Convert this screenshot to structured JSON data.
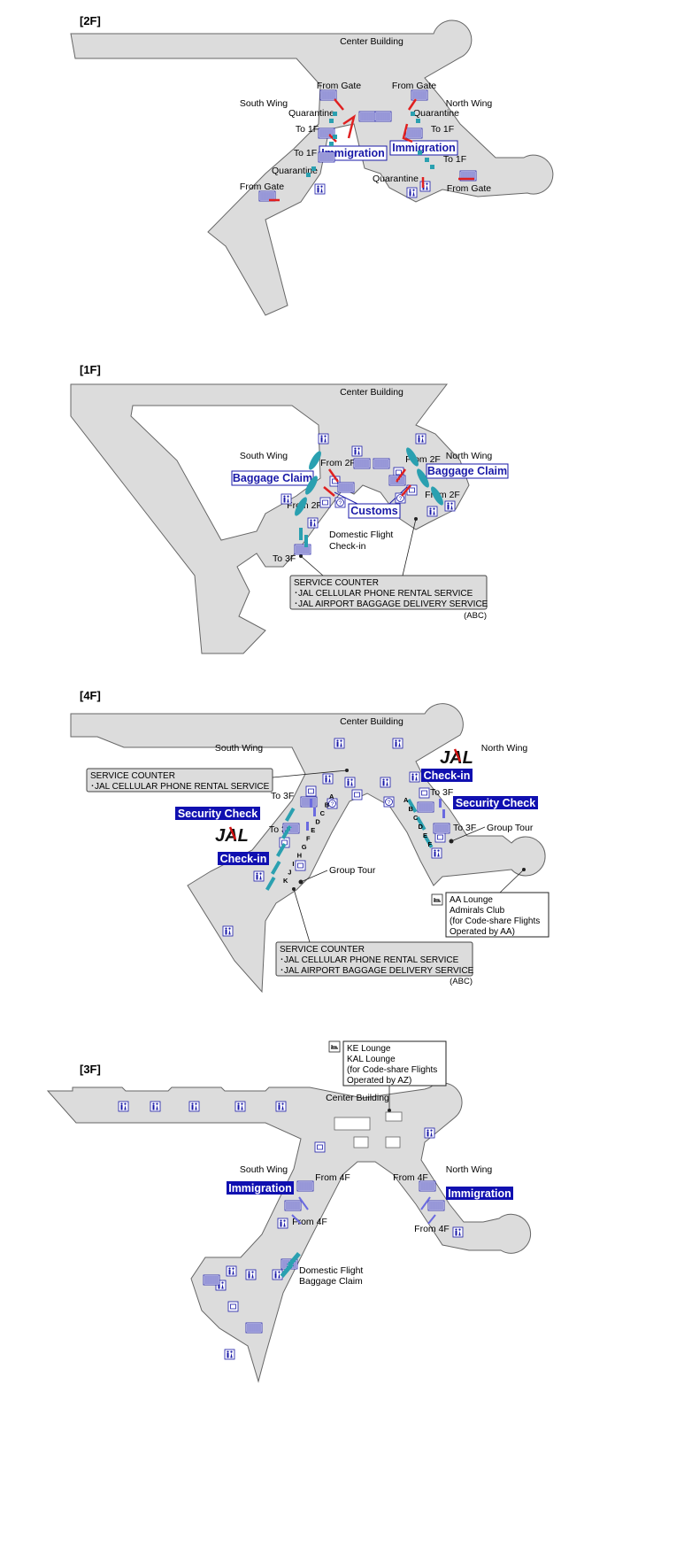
{
  "floors": {
    "f2": {
      "title": "[2F]",
      "center_building": "Center Building",
      "south_wing": "South Wing",
      "north_wing": "North Wing",
      "from_gate": "From Gate",
      "quarantine": "Quarantine",
      "to_1f": "To 1F",
      "immigration": "Immigration"
    },
    "f1": {
      "title": "[1F]",
      "center_building": "Center Building",
      "south_wing": "South Wing",
      "north_wing": "North Wing",
      "from_2f": "From 2F",
      "baggage_claim": "Baggage Claim",
      "customs": "Customs",
      "domestic_checkin_1": "Domestic Flight",
      "domestic_checkin_2": "Check-in",
      "to_3f": "To 3F",
      "service_title": "SERVICE COUNTER",
      "service_1": "･JAL CELLULAR PHONE RENTAL SERVICE",
      "service_2": "･JAL AIRPORT BAGGAGE DELIVERY SERVICE",
      "abc": "(ABC)"
    },
    "f4": {
      "title": "[4F]",
      "center_building": "Center Building",
      "south_wing": "South Wing",
      "north_wing": "North Wing",
      "service_top_title": "SERVICE COUNTER",
      "service_top_1": "･JAL CELLULAR PHONE RENTAL SERVICE",
      "jal_logo": "JAL",
      "check_in": "Check-in",
      "security_check": "Security Check",
      "to_3f": "To 3F",
      "group_tour": "Group Tour",
      "lounge_1": "AA Lounge",
      "lounge_2": "Admirals Club",
      "lounge_3": "(for Code-share Flights",
      "lounge_4": " Operated by AA)",
      "service_title": "SERVICE COUNTER",
      "service_1": "･JAL CELLULAR PHONE RENTAL SERVICE",
      "service_2": "･JAL AIRPORT BAGGAGE DELIVERY SERVICE",
      "abc": "(ABC)",
      "counter_letters_s": [
        "A",
        "B",
        "C",
        "D",
        "E",
        "F",
        "G",
        "H",
        "I",
        "J",
        "K"
      ],
      "counter_letters_n": [
        "A",
        "B",
        "C",
        "D",
        "E",
        "F"
      ]
    },
    "f3": {
      "title": "[3F]",
      "center_building": "Center Building",
      "south_wing": "South Wing",
      "north_wing": "North Wing",
      "immigration": "Immigration",
      "from_4f": "From 4F",
      "lounge_1": "KE Lounge",
      "lounge_2": "KAL Lounge",
      "lounge_3": "(for Code-share Flights",
      "lounge_4": " Operated by AZ)",
      "domestic_1": "Domestic Flight",
      "domestic_2": "Baggage Claim"
    }
  },
  "colors": {
    "floor_fill": "#dcdcdc",
    "floor_stroke": "#666666",
    "immigration_blue": "#1a1aa8",
    "highlight_fill": "#1010b0",
    "arrow_red": "#e02020",
    "arrow_blue": "#6a6ae0",
    "teal": "#2aa0b0"
  },
  "icons": [
    "restroom-icon",
    "info-icon",
    "escalator-icon",
    "phone-icon",
    "lounge-icon"
  ]
}
